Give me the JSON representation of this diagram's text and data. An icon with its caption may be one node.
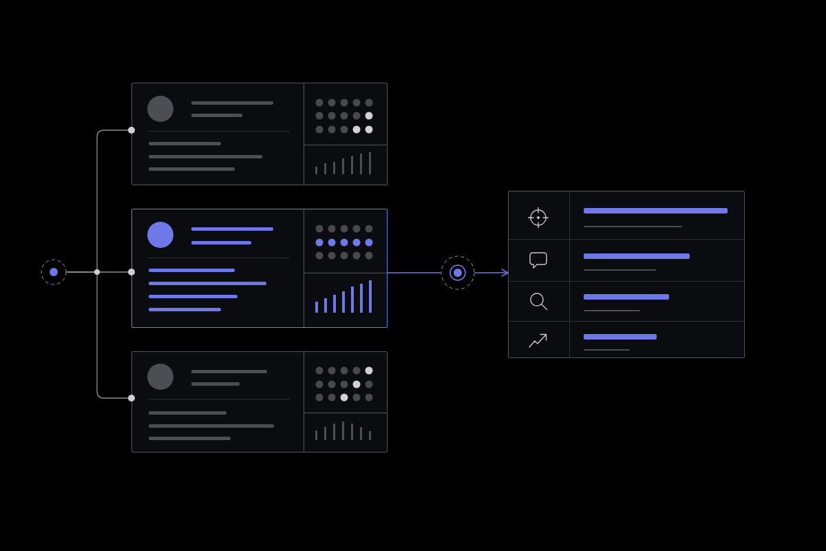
{
  "diagram": {
    "nodes": [
      {
        "text": [],
        "shape": "circle"
      },
      {
        "text": [],
        "shape": "box"
      },
      {
        "text": [],
        "shape": "box"
      },
      {
        "text": [],
        "shape": "box"
      },
      {
        "text": [],
        "shape": "circle"
      },
      {
        "text": [],
        "shape": "box"
      }
    ],
    "edges": [
      {
        "from": 0,
        "to": 1,
        "arrow": "other"
      },
      {
        "from": 0,
        "to": 2,
        "arrow": "other"
      },
      {
        "from": 0,
        "to": 3,
        "arrow": "other"
      },
      {
        "from": 2,
        "to": 4,
        "arrow": "none",
        "color": "#6e78e6"
      },
      {
        "from": 4,
        "to": 5,
        "arrow": "to",
        "color": "#6e78e6"
      }
    ]
  }
}
